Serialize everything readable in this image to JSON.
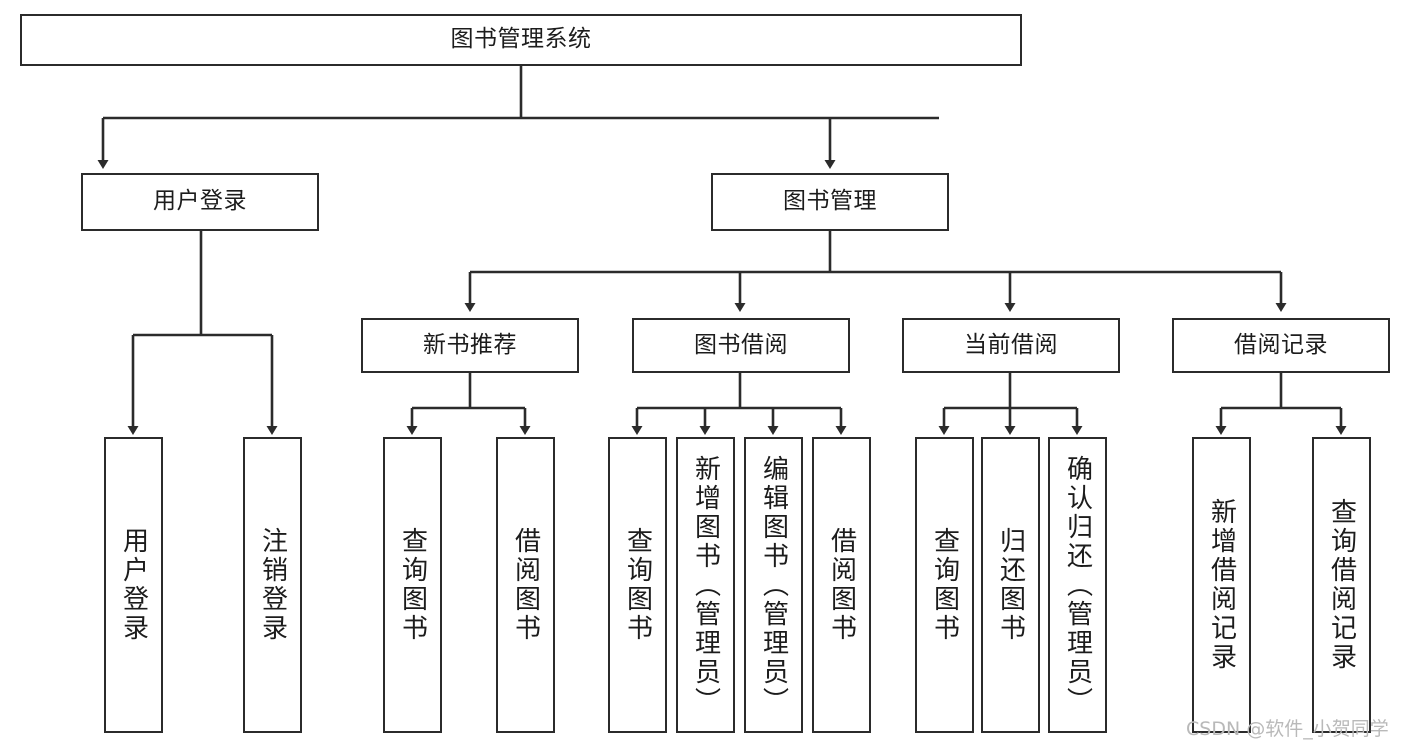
{
  "diagram": {
    "title": "图书管理系统",
    "type": "tree-hierarchy",
    "colors": {
      "stroke": "#2b2b2b",
      "fill": "#ffffff",
      "text": "#1c1c1c",
      "watermark": "#b9b9b9"
    },
    "levels": {
      "root": {
        "label": "图书管理系统"
      },
      "level2": [
        {
          "label": "用户登录"
        },
        {
          "label": "图书管理"
        }
      ],
      "level3": [
        {
          "label": "新书推荐"
        },
        {
          "label": "图书借阅"
        },
        {
          "label": "当前借阅"
        },
        {
          "label": "借阅记录"
        }
      ],
      "leaves": [
        {
          "label": "用户登录",
          "parent": "用户登录"
        },
        {
          "label": "注销登录",
          "parent": "用户登录"
        },
        {
          "label": "查询图书",
          "parent": "新书推荐"
        },
        {
          "label": "借阅图书",
          "parent": "新书推荐"
        },
        {
          "label": "查询图书",
          "parent": "图书借阅"
        },
        {
          "label": "新增图书（管理员）",
          "parent": "图书借阅"
        },
        {
          "label": "编辑图书（管理员）",
          "parent": "图书借阅"
        },
        {
          "label": "借阅图书",
          "parent": "图书借阅"
        },
        {
          "label": "查询图书",
          "parent": "当前借阅"
        },
        {
          "label": "归还图书",
          "parent": "当前借阅"
        },
        {
          "label": "确认归还（管理员）",
          "parent": "当前借阅"
        },
        {
          "label": "新增借阅记录",
          "parent": "借阅记录"
        },
        {
          "label": "查询借阅记录",
          "parent": "借阅记录"
        }
      ]
    }
  },
  "watermark": {
    "text": "CSDN @软件_小贺同学"
  }
}
